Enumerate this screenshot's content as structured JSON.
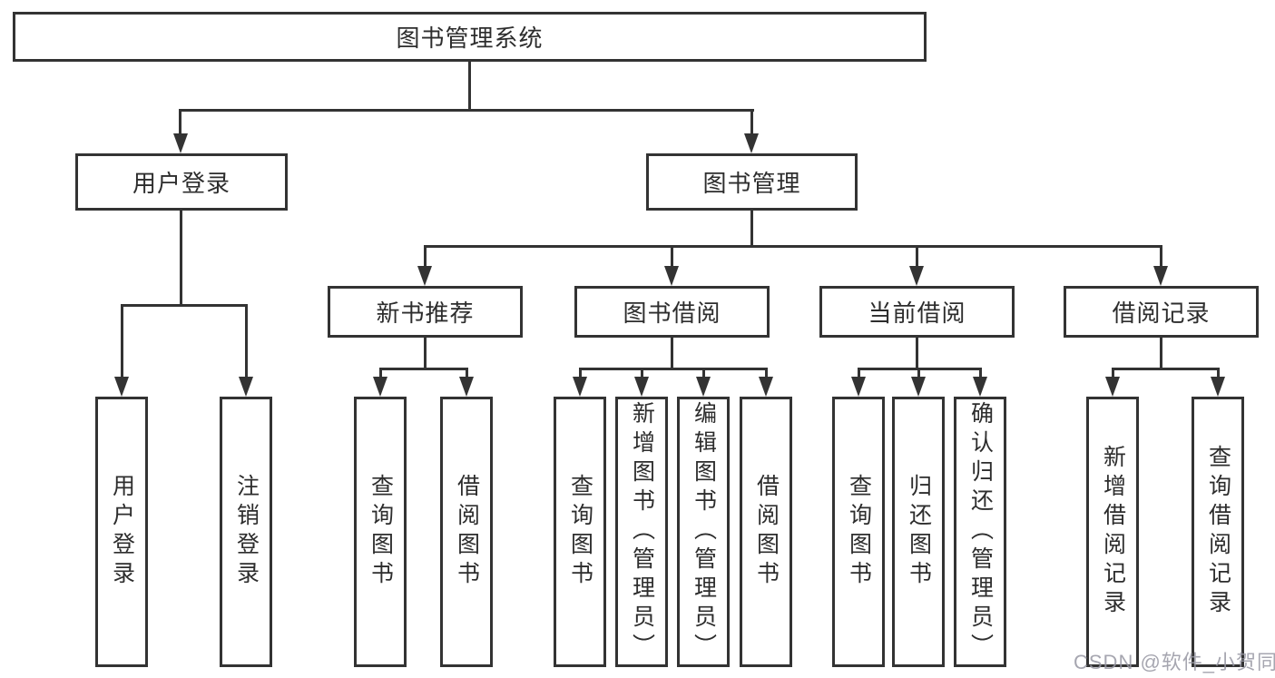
{
  "tree": {
    "root": "图书管理系统",
    "level2": {
      "user_login": "用户登录",
      "book_mgmt": "图书管理"
    },
    "level3": {
      "new_books": "新书推荐",
      "book_borrow": "图书借阅",
      "current_borrow": "当前借阅",
      "borrow_records": "借阅记录"
    },
    "leaves": {
      "login": "用户登录",
      "logout": "注销登录",
      "nb_query": "查询图书",
      "nb_borrow": "借阅图书",
      "bb_query": "查询图书",
      "bb_add": "新增图书（管理员）",
      "bb_edit": "编辑图书（管理员）",
      "bb_borrow": "借阅图书",
      "cb_query": "查询图书",
      "cb_return": "归还图书",
      "cb_confirm": "确认归还（管理员）",
      "br_add": "新增借阅记录",
      "br_query": "查询借阅记录"
    }
  },
  "watermark": "CSDN @软件_小贺同学",
  "colors": {
    "line": "#333333",
    "box_fill": "#ffffff",
    "text": "#2d2d2d",
    "watermark": "#9696a2"
  }
}
